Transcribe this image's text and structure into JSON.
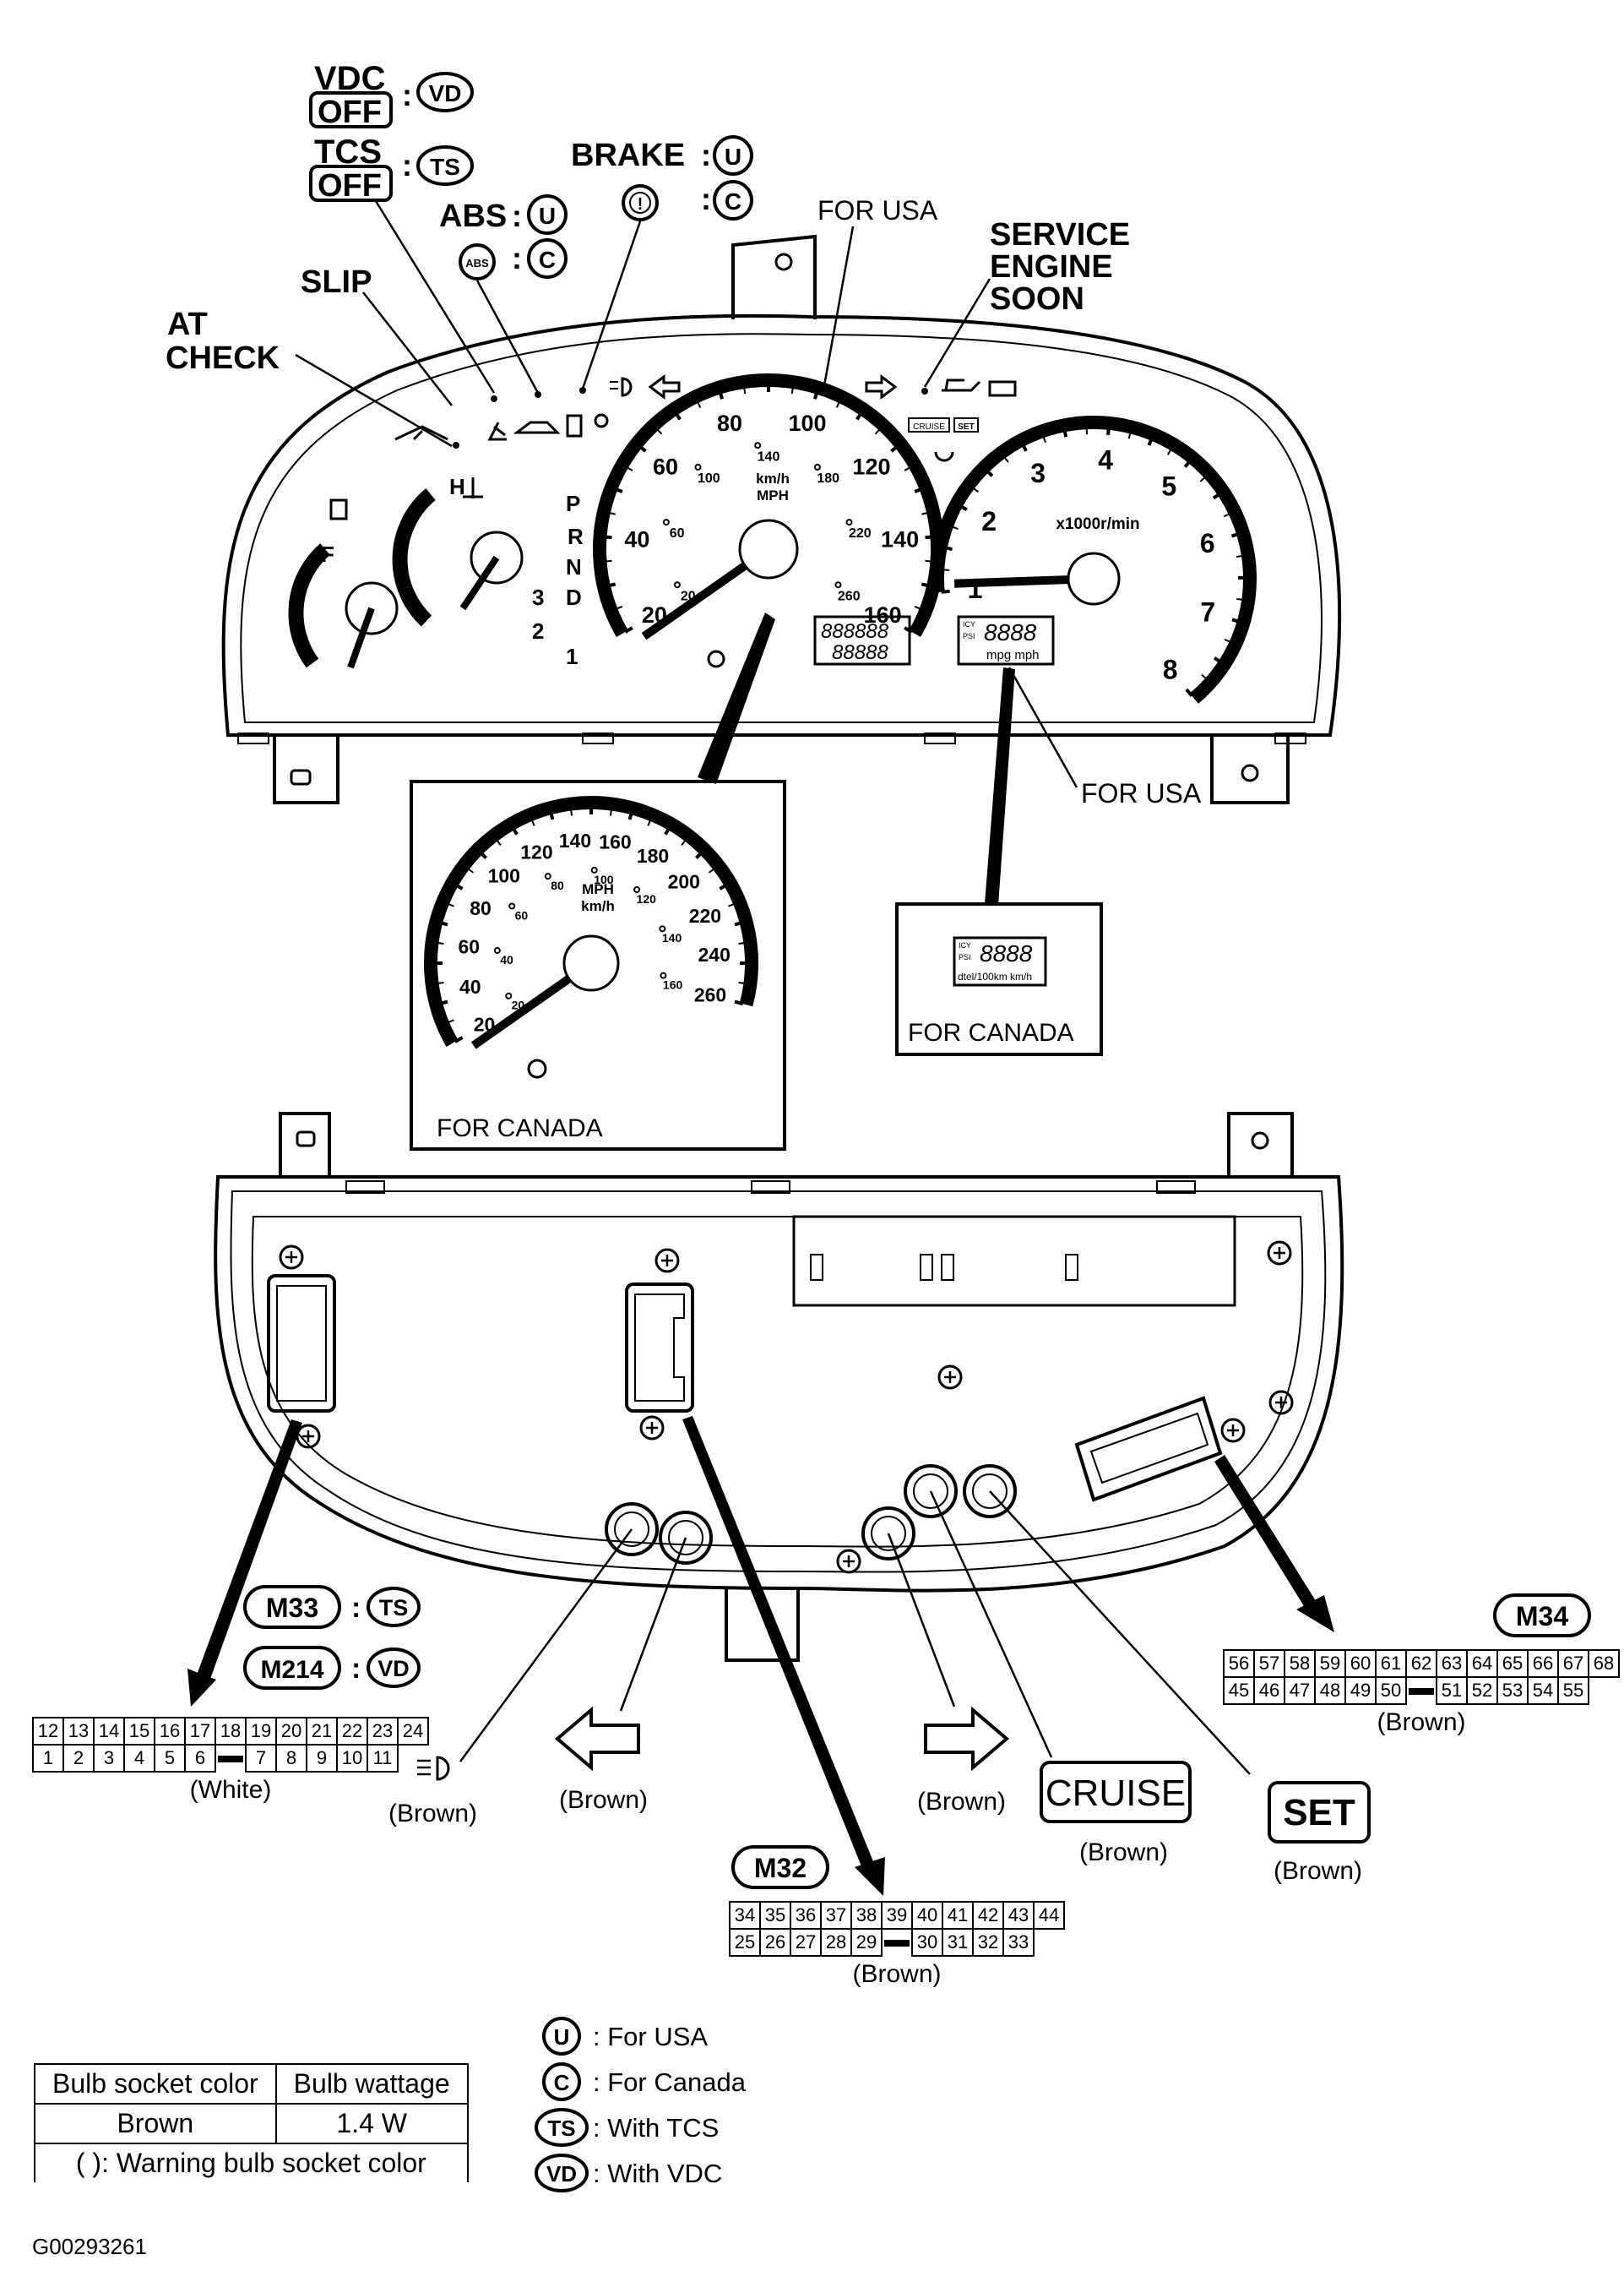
{
  "labels": {
    "vdc": "VDC",
    "off": "OFF",
    "tcs": "TCS",
    "brake": "BRAKE",
    "abs": "ABS",
    "abs_icon": "ABS",
    "slip": "SLIP",
    "at": "AT",
    "check": "CHECK",
    "for_usa_top": "FOR USA",
    "service": "SERVICE",
    "engine": "ENGINE",
    "soon": "SOON",
    "for_usa_lcd": "FOR USA",
    "for_canada_speedo": "FOR CANADA",
    "for_canada_lcd": "FOR CANADA",
    "colon": ":"
  },
  "badges": {
    "vd": "VD",
    "ts": "TS",
    "u": "U",
    "c": "C",
    "m33": "M33",
    "m214": "M214",
    "m32": "M32",
    "m34": "M34"
  },
  "cluster": {
    "speedo_usa": {
      "mph": [
        "20",
        "40",
        "60",
        "80",
        "100",
        "120",
        "140",
        "160"
      ],
      "kmh": [
        "20",
        "60",
        "100",
        "140",
        "180",
        "220",
        "260"
      ],
      "units": [
        "km/h",
        "MPH"
      ]
    },
    "tacho": {
      "ticks": [
        "1",
        "2",
        "3",
        "4",
        "5",
        "6",
        "7",
        "8"
      ],
      "unit": "x1000r/min"
    },
    "gear": [
      "P",
      "R",
      "N",
      "D",
      "3",
      "2",
      "1"
    ],
    "temp_mark": "H",
    "fuel_mark": "F",
    "odometer_top": "888888",
    "odometer_bottom": "88888",
    "lcd_usa": {
      "digits": "8888",
      "icy": "ICY",
      "psi": "PSI",
      "units": "mpg mph"
    },
    "cruise_small": "CRUISE",
    "set_small": "SET"
  },
  "speedo_canada": {
    "kmh": [
      "20",
      "40",
      "60",
      "80",
      "100",
      "120",
      "140",
      "160",
      "180",
      "200",
      "220",
      "240",
      "260"
    ],
    "mph": [
      "20",
      "40",
      "60",
      "80",
      "100",
      "120",
      "140",
      "160"
    ],
    "units": [
      "MPH",
      "km/h"
    ]
  },
  "lcd_canada": {
    "digits": "8888",
    "icy": "ICY",
    "psi": "PSI",
    "units": "dtel/100km km/h"
  },
  "connectors": {
    "m33": {
      "top": [
        "12",
        "13",
        "14",
        "15",
        "16",
        "17",
        "18",
        "19",
        "20",
        "21",
        "22",
        "23",
        "24"
      ],
      "bottom": [
        "1",
        "2",
        "3",
        "4",
        "5",
        "6",
        "",
        "7",
        "8",
        "9",
        "10",
        "11"
      ],
      "color": "(White)"
    },
    "m32": {
      "top": [
        "34",
        "35",
        "36",
        "37",
        "38",
        "39",
        "40",
        "41",
        "42",
        "43",
        "44"
      ],
      "bottom": [
        "25",
        "26",
        "27",
        "28",
        "29",
        "",
        "30",
        "31",
        "32",
        "33"
      ],
      "color": "(Brown)"
    },
    "m34": {
      "top": [
        "56",
        "57",
        "58",
        "59",
        "60",
        "61",
        "62",
        "63",
        "64",
        "65",
        "66",
        "67",
        "68"
      ],
      "bottom": [
        "45",
        "46",
        "47",
        "48",
        "49",
        "50",
        "",
        "51",
        "52",
        "53",
        "54",
        "55"
      ],
      "color": "(Brown)"
    }
  },
  "bulbs": {
    "headlamp": "(Brown)",
    "left_turn": "(Brown)",
    "right_turn": "(Brown)",
    "cruise_label": "CRUISE",
    "cruise_color": "(Brown)",
    "set_label": "SET",
    "set_color": "(Brown)"
  },
  "bulb_table": {
    "headers": [
      "Bulb socket color",
      "Bulb wattage"
    ],
    "row": [
      "Brown",
      "1.4 W"
    ],
    "note": "(   ): Warning bulb socket color"
  },
  "legend": [
    {
      "badge": "U",
      "text": ": For USA"
    },
    {
      "badge": "C",
      "text": ": For Canada"
    },
    {
      "badge": "TS",
      "text": ": With TCS"
    },
    {
      "badge": "VD",
      "text": ": With VDC"
    }
  ],
  "figure_id": "G00293261"
}
